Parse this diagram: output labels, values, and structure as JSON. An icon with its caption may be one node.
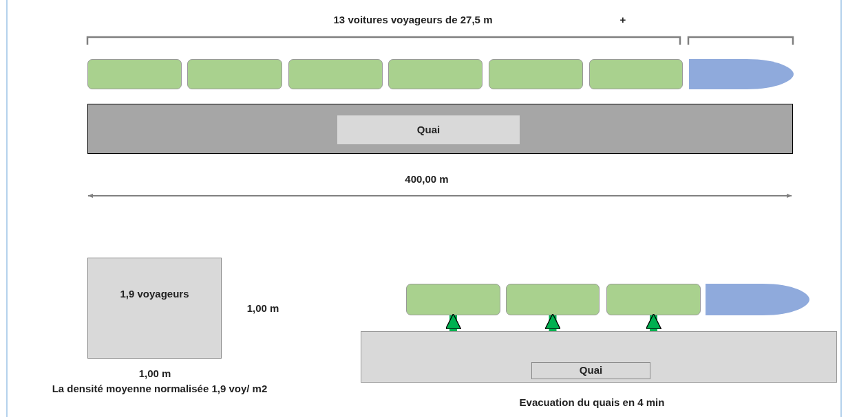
{
  "diagram": {
    "nodes": [
      {
        "text": [],
        "shape": "box"
      },
      {
        "text": [],
        "shape": "box"
      },
      {
        "text": [],
        "shape": "box"
      },
      {
        "text": [],
        "shape": "box"
      },
      {
        "text": [],
        "shape": "box"
      },
      {
        "text": [],
        "shape": "box"
      },
      {
        "text": [],
        "shape": "bullet"
      },
      {
        "text": [],
        "shape": "box"
      },
      {
        "text": [
          "Quai"
        ],
        "in": 7
      },
      {
        "text": [
          "1,9 voyageurs"
        ]
      },
      {
        "text": [],
        "shape": "box"
      },
      {
        "text": [],
        "shape": "box"
      },
      {
        "text": [],
        "shape": "box"
      },
      {
        "text": [],
        "shape": "bullet"
      },
      {
        "text": [],
        "shape": "box"
      },
      {
        "text": [
          "Quai"
        ],
        "in": 14
      }
    ],
    "edges": [
      {
        "from": 14,
        "to": 10,
        "arrow": "to"
      },
      {
        "from": 14,
        "to": 11,
        "arrow": "to"
      },
      {
        "from": 14,
        "to": 12,
        "arrow": "to"
      }
    ],
    "labels": [
      "13 voitures voyageurs de 27,5 m",
      "+",
      "400,00 m",
      "1,00 m",
      "1,00 m",
      "La densité moyenne normalisée 1,9 voy/ m2",
      "Evacuation du quais en 4 min"
    ]
  }
}
